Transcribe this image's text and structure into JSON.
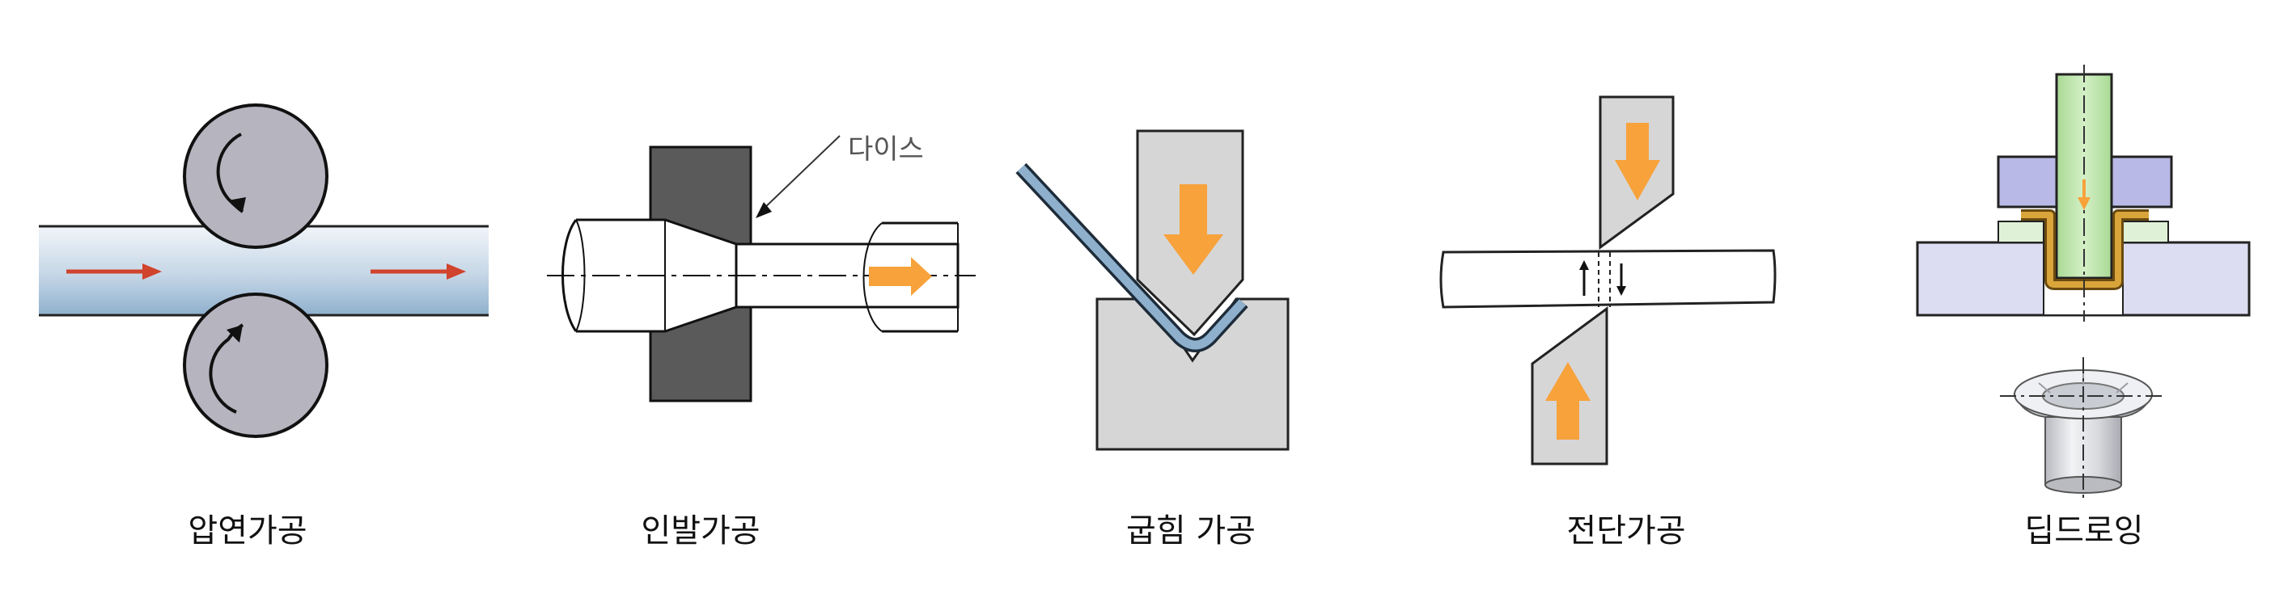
{
  "panels": [
    {
      "id": "rolling",
      "caption": "압연가공"
    },
    {
      "id": "drawing",
      "caption": "인발가공",
      "label": "다이스"
    },
    {
      "id": "bending",
      "caption": "굽힘 가공"
    },
    {
      "id": "shearing",
      "caption": "전단가공"
    },
    {
      "id": "deep-drawing",
      "caption": "딥드로잉"
    }
  ],
  "colors": {
    "roller": "#b6b4bf",
    "arrow_red": "#d0432c",
    "arrow_orange": "#f7a23b",
    "die_dark": "#5a5a5a",
    "steel_gray": "#d6d6d6",
    "sheet_blue": "#8eb0cc",
    "punch_green": "#b9e3a5",
    "holder_purple": "#b8b9e6",
    "cup_gold": "#d9a53a"
  }
}
